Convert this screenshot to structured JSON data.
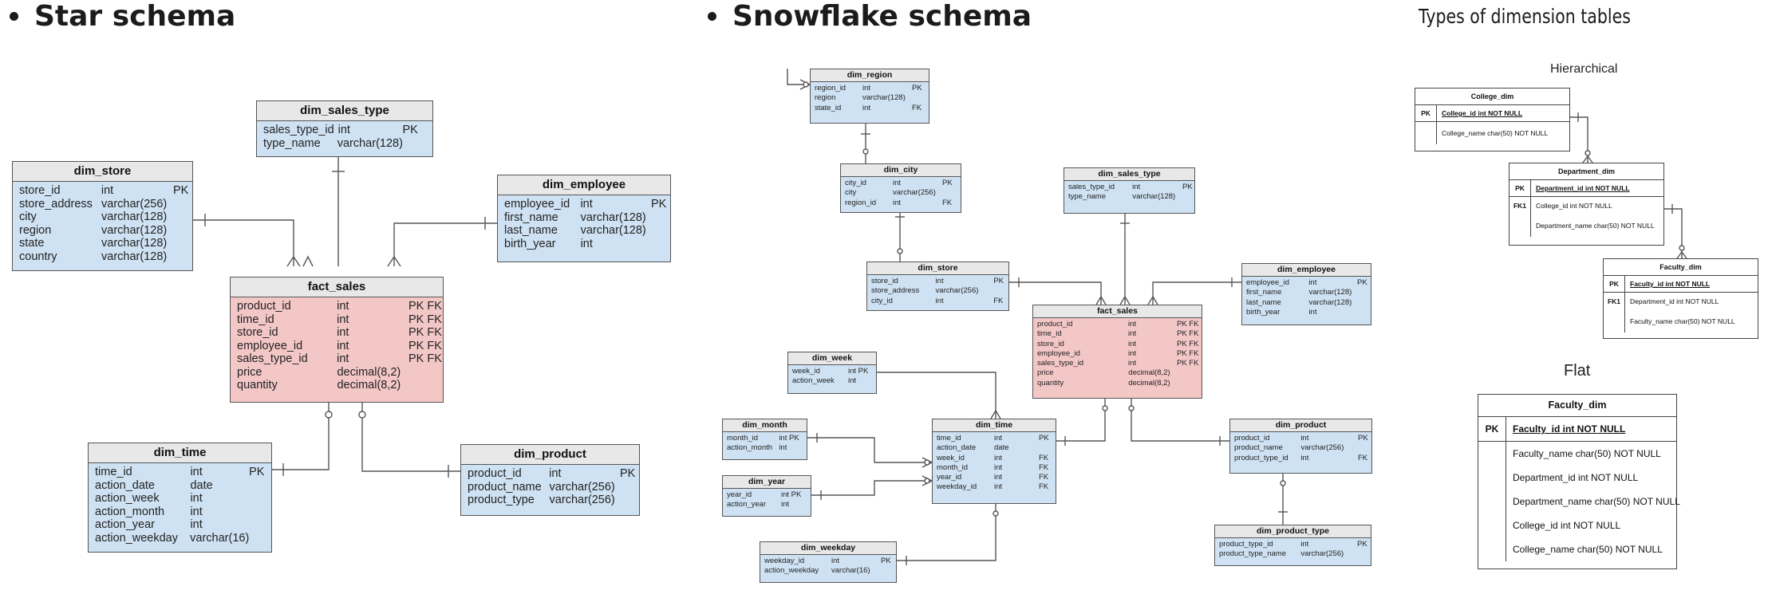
{
  "star": {
    "title": "Star schema",
    "tables": [
      {
        "key": "dim_sales_type",
        "name": "dim_sales_type",
        "fact": false,
        "rows": [
          [
            "sales_type_id",
            "int",
            "PK"
          ],
          [
            "type_name",
            "varchar(128)",
            ""
          ]
        ]
      },
      {
        "key": "dim_store",
        "name": "dim_store",
        "fact": false,
        "rows": [
          [
            "store_id",
            "int",
            "PK"
          ],
          [
            "store_address",
            "varchar(256)",
            ""
          ],
          [
            "city",
            "varchar(128)",
            ""
          ],
          [
            "region",
            "varchar(128)",
            ""
          ],
          [
            "state",
            "varchar(128)",
            ""
          ],
          [
            "country",
            "varchar(128)",
            ""
          ]
        ]
      },
      {
        "key": "dim_employee",
        "name": "dim_employee",
        "fact": false,
        "rows": [
          [
            "employee_id",
            "int",
            "PK"
          ],
          [
            "first_name",
            "varchar(128)",
            ""
          ],
          [
            "last_name",
            "varchar(128)",
            ""
          ],
          [
            "birth_year",
            "int",
            ""
          ]
        ]
      },
      {
        "key": "fact_sales",
        "name": "fact_sales",
        "fact": true,
        "rows": [
          [
            "product_id",
            "int",
            "PK FK"
          ],
          [
            "time_id",
            "int",
            "PK FK"
          ],
          [
            "store_id",
            "int",
            "PK FK"
          ],
          [
            "employee_id",
            "int",
            "PK FK"
          ],
          [
            "sales_type_id",
            "int",
            "PK FK"
          ],
          [
            "price",
            "decimal(8,2)",
            ""
          ],
          [
            "quantity",
            "decimal(8,2)",
            ""
          ]
        ]
      },
      {
        "key": "dim_time",
        "name": "dim_time",
        "fact": false,
        "rows": [
          [
            "time_id",
            "int",
            "PK"
          ],
          [
            "action_date",
            "date",
            ""
          ],
          [
            "action_week",
            "int",
            ""
          ],
          [
            "action_month",
            "int",
            ""
          ],
          [
            "action_year",
            "int",
            ""
          ],
          [
            "action_weekday",
            "varchar(16)",
            ""
          ]
        ]
      },
      {
        "key": "dim_product",
        "name": "dim_product",
        "fact": false,
        "rows": [
          [
            "product_id",
            "int",
            "PK"
          ],
          [
            "product_name",
            "varchar(256)",
            ""
          ],
          [
            "product_type",
            "varchar(256)",
            ""
          ]
        ]
      }
    ]
  },
  "snowflake": {
    "title": "Snowflake schema",
    "tables": [
      {
        "key": "dim_region",
        "name": "dim_region",
        "fact": false,
        "rows": [
          [
            "region_id",
            "int",
            "PK"
          ],
          [
            "region",
            "varchar(128)",
            ""
          ],
          [
            "state_id",
            "int",
            "FK"
          ]
        ]
      },
      {
        "key": "dim_city",
        "name": "dim_city",
        "fact": false,
        "rows": [
          [
            "city_id",
            "int",
            "PK"
          ],
          [
            "city",
            "varchar(256)",
            ""
          ],
          [
            "region_id",
            "int",
            "FK"
          ]
        ]
      },
      {
        "key": "dim_sales_type",
        "name": "dim_sales_type",
        "fact": false,
        "rows": [
          [
            "sales_type_id",
            "int",
            "PK"
          ],
          [
            "type_name",
            "varchar(128)",
            ""
          ]
        ]
      },
      {
        "key": "dim_store",
        "name": "dim_store",
        "fact": false,
        "rows": [
          [
            "store_id",
            "int",
            "PK"
          ],
          [
            "store_address",
            "varchar(256)",
            ""
          ],
          [
            "city_id",
            "int",
            "FK"
          ]
        ]
      },
      {
        "key": "dim_employee",
        "name": "dim_employee",
        "fact": false,
        "rows": [
          [
            "employee_id",
            "int",
            "PK"
          ],
          [
            "first_name",
            "varchar(128)",
            ""
          ],
          [
            "last_name",
            "varchar(128)",
            ""
          ],
          [
            "birth_year",
            "int",
            ""
          ]
        ]
      },
      {
        "key": "fact_sales",
        "name": "fact_sales",
        "fact": true,
        "rows": [
          [
            "product_id",
            "int",
            "PK FK"
          ],
          [
            "time_id",
            "int",
            "PK FK"
          ],
          [
            "store_id",
            "int",
            "PK FK"
          ],
          [
            "employee_id",
            "int",
            "PK FK"
          ],
          [
            "sales_type_id",
            "int",
            "PK FK"
          ],
          [
            "price",
            "decimal(8,2)",
            ""
          ],
          [
            "quantity",
            "decimal(8,2)",
            ""
          ]
        ]
      },
      {
        "key": "dim_week",
        "name": "dim_week",
        "fact": false,
        "rows": [
          [
            "week_id",
            "int PK",
            ""
          ],
          [
            "action_week",
            "int",
            ""
          ]
        ]
      },
      {
        "key": "dim_month",
        "name": "dim_month",
        "fact": false,
        "rows": [
          [
            "month_id",
            "int PK",
            ""
          ],
          [
            "action_month",
            "int",
            ""
          ]
        ]
      },
      {
        "key": "dim_year",
        "name": "dim_year",
        "fact": false,
        "rows": [
          [
            "year_id",
            "int PK",
            ""
          ],
          [
            "action_year",
            "int",
            ""
          ]
        ]
      },
      {
        "key": "dim_time",
        "name": "dim_time",
        "fact": false,
        "rows": [
          [
            "time_id",
            "int",
            "PK"
          ],
          [
            "action_date",
            "date",
            ""
          ],
          [
            "week_id",
            "int",
            "FK"
          ],
          [
            "month_id",
            "int",
            "FK"
          ],
          [
            "year_id",
            "int",
            "FK"
          ],
          [
            "weekday_id",
            "int",
            "FK"
          ]
        ]
      },
      {
        "key": "dim_product",
        "name": "dim_product",
        "fact": false,
        "rows": [
          [
            "product_id",
            "int",
            "PK"
          ],
          [
            "product_name",
            "varchar(256)",
            ""
          ],
          [
            "product_type_id",
            "int",
            "FK"
          ]
        ]
      },
      {
        "key": "dim_weekday",
        "name": "dim_weekday",
        "fact": false,
        "rows": [
          [
            "weekday_id",
            "int",
            "PK"
          ],
          [
            "action_weekday",
            "varchar(16)",
            ""
          ]
        ]
      },
      {
        "key": "dim_product_type",
        "name": "dim_product_type",
        "fact": false,
        "rows": [
          [
            "product_type_id",
            "int",
            "PK"
          ],
          [
            "product_type_name",
            "varchar(256)",
            ""
          ]
        ]
      }
    ]
  },
  "types": {
    "title": "Types of dimension tables",
    "hierarchical_label": "Hierarchical",
    "flat_label": "Flat",
    "hierarchical": [
      {
        "name": "College_dim",
        "rows": [
          [
            "PK",
            "College_id int NOT NULL",
            true
          ],
          [
            "",
            "College_name char(50) NOT NULL",
            false
          ]
        ]
      },
      {
        "name": "Department_dim",
        "rows": [
          [
            "PK",
            "Department_id int NOT NULL",
            true
          ],
          [
            "FK1",
            "College_id int NOT NULL",
            false
          ],
          [
            "",
            "Department_name char(50) NOT NULL",
            false
          ]
        ]
      },
      {
        "name": "Faculty_dim",
        "rows": [
          [
            "PK",
            "Faculty_id int NOT NULL",
            true
          ],
          [
            "FK1",
            "Department_id int NOT NULL",
            false
          ],
          [
            "",
            "Faculty_name char(50) NOT NULL",
            false
          ]
        ]
      }
    ],
    "flat": {
      "name": "Faculty_dim",
      "rows": [
        [
          "PK",
          "Faculty_id int NOT NULL",
          true
        ],
        [
          "",
          "Faculty_name char(50) NOT NULL",
          false
        ],
        [
          "",
          "Department_id int NOT NULL",
          false
        ],
        [
          "",
          "Department_name char(50) NOT NULL",
          false
        ],
        [
          "",
          "College_id int NOT NULL",
          false
        ],
        [
          "",
          "College_name char(50) NOT NULL",
          false
        ]
      ]
    }
  }
}
